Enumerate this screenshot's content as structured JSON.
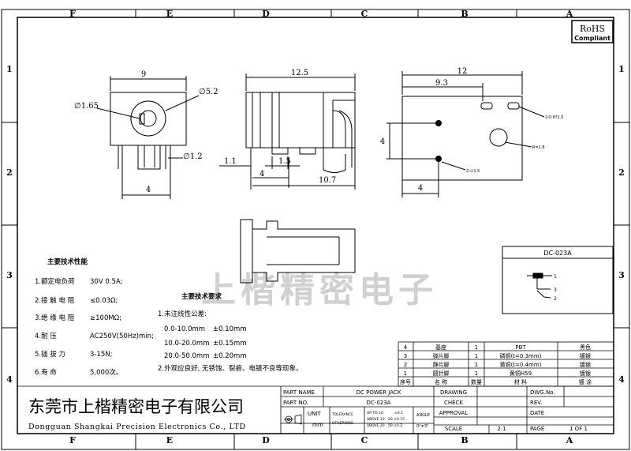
{
  "frame": {
    "columns": [
      "F",
      "E",
      "D",
      "C",
      "B",
      "A"
    ],
    "rows": [
      "1",
      "2",
      "3",
      "4"
    ]
  },
  "badge": {
    "line1": "RoHS",
    "line2": "Compliant"
  },
  "front_view": {
    "width": "9",
    "pin_dia": "∅1.65",
    "hole_dia": "∅5.2",
    "pin_hole": "∅1.2",
    "pitch": "4"
  },
  "side_view": {
    "length": "12.5",
    "d1": "1.1",
    "d2": "1.5",
    "d3": "4",
    "d4": "10.7"
  },
  "pcb_view": {
    "width": "12",
    "offset": "9.3",
    "height": "4",
    "bottom": "4",
    "slot_note": "2-0.6*1.5",
    "r_note": "R=1.8",
    "hole_note": "2-∅1.5"
  },
  "schematic": {
    "title": "DC-023A",
    "pins": [
      "1",
      "3",
      "2"
    ]
  },
  "watermark": "上楷精密电子",
  "specs": {
    "title": "主要技术性能",
    "items": [
      {
        "label": "1.额定电负荷",
        "value": "30V 0.5A;"
      },
      {
        "label": "2.接 触 电 阻",
        "value": "≤0.03Ω;"
      },
      {
        "label": "3.绝 缘 电 阻",
        "value": "≥100MΩ;"
      },
      {
        "label": "4.耐      压",
        "value": "AC250V(50Hz)min;"
      },
      {
        "label": "5.插   拔   力",
        "value": "3-15N;"
      },
      {
        "label": "6.寿      命",
        "value": "5,000次。"
      }
    ]
  },
  "requirements": {
    "title": "主要技术要求",
    "line1": "1.未注线性公差:",
    "tolerances": [
      {
        "range": "0.0-10.0mm",
        "tol": "±0.10mm"
      },
      {
        "range": "10.0-20.0mm",
        "tol": "±0.15mm"
      },
      {
        "range": "20.0-50.0mm",
        "tol": "±0.20mm"
      }
    ],
    "line2": "2.外观应良好, 无锈蚀、裂痕、电镀不良等现象。"
  },
  "bom": {
    "rows": [
      [
        "4",
        "基座",
        "1",
        "PBT",
        "黑色"
      ],
      [
        "3",
        "弹片脚",
        "1",
        "磷铜(t=0.3mm)",
        "镀银"
      ],
      [
        "2",
        "静片脚",
        "1",
        "黄铜(t=0.4mm)",
        "镀银"
      ],
      [
        "1",
        "圆针脚",
        "1",
        "黄铜H59",
        "镀银"
      ]
    ],
    "header": [
      "序号",
      "名  称",
      "数量",
      "材  料",
      "镀  涂"
    ]
  },
  "company": {
    "cn": "东莞市上楷精密电子有限公司",
    "en": "Dongguan Shangkai Precision Electronics Co., LTD"
  },
  "title_block": {
    "part_name_label": "PART NAME",
    "part_name": "DC POWER JACK",
    "part_no_label": "PART NO.",
    "part_no": "DC-023A",
    "unit_label": "UNIT",
    "unit": "mm",
    "tolerance_label": "TOLERANCE",
    "otherwise_label": "OTHERWISE",
    "tol_rows": [
      [
        "UP TO 10",
        "±0.1"
      ],
      [
        "ABOVE 10",
        "20  ±0.15"
      ],
      [
        "ABOVE 20",
        "50  ±0.2"
      ]
    ],
    "angle_label": "ANGLE",
    "angle_value": "0°±3°",
    "drawing_label": "DRAWING",
    "check_label": "CHECK",
    "approval_label": "APPROVAL",
    "scale_label": "SCALE",
    "scale": "2:1",
    "dwg_label": "DWG.No.",
    "rev_label": "REV.",
    "date_label": "DATE",
    "page_label": "PAGE",
    "page": "1 OF 1"
  }
}
